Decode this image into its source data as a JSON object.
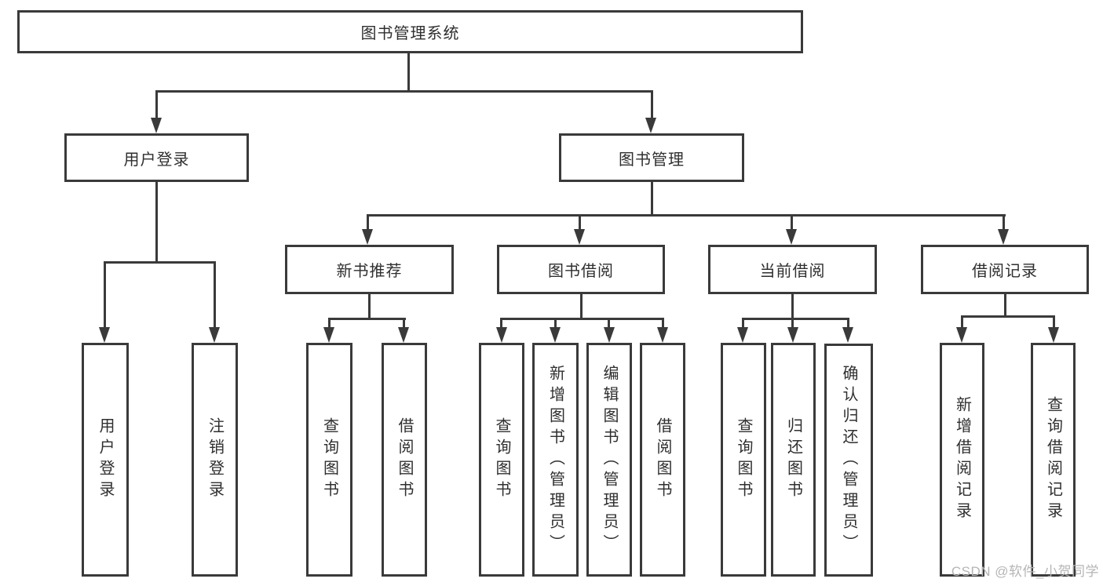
{
  "palette": {
    "line_color": "#3a3a3a",
    "box_background": "#ffffff",
    "text_color": "#2f2f2f",
    "watermark_color": "#b5b5b5",
    "page_background": "#ffffff"
  },
  "root": {
    "label": "图书管理系统"
  },
  "branches": [
    {
      "label": "用户登录",
      "children": [
        {
          "label": "用户登录"
        },
        {
          "label": "注销登录"
        }
      ]
    },
    {
      "label": "图书管理",
      "sections": [
        {
          "label": "新书推荐",
          "children": [
            {
              "label": "查询图书"
            },
            {
              "label": "借阅图书"
            }
          ]
        },
        {
          "label": "图书借阅",
          "children": [
            {
              "label": "查询图书"
            },
            {
              "label": "新增图书（管理员）"
            },
            {
              "label": "编辑图书（管理员）"
            },
            {
              "label": "借阅图书"
            }
          ]
        },
        {
          "label": "当前借阅",
          "children": [
            {
              "label": "查询图书"
            },
            {
              "label": "归还图书"
            },
            {
              "label": "确认归还（管理员）"
            }
          ]
        },
        {
          "label": "借阅记录",
          "children": [
            {
              "label": "新增借阅记录"
            },
            {
              "label": "查询借阅记录"
            }
          ]
        }
      ]
    }
  ],
  "watermark": {
    "text": "CSDN @软件_小贺同学"
  }
}
